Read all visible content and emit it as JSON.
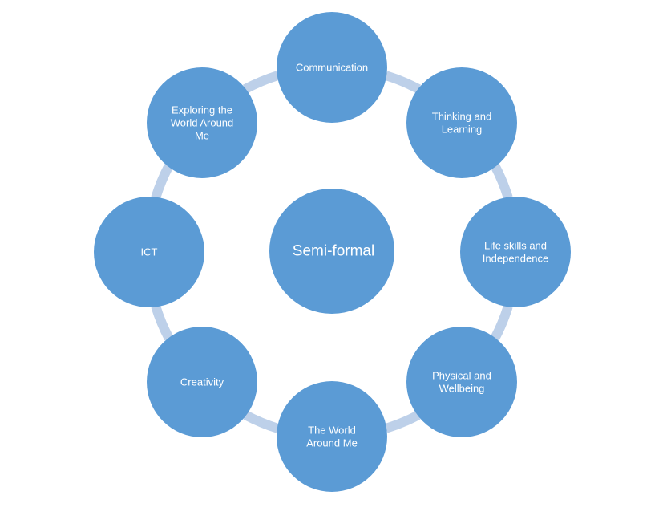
{
  "diagram": {
    "center": {
      "label": [
        "Semi-formal"
      ]
    },
    "nodes": [
      {
        "id": "communication",
        "label": [
          "Communication"
        ]
      },
      {
        "id": "thinking-and-learning",
        "label": [
          "Thinking and",
          "Learning"
        ]
      },
      {
        "id": "life-skills-and-independence",
        "label": [
          "Life skills and",
          "Independence"
        ]
      },
      {
        "id": "physical-and-wellbeing",
        "label": [
          "Physical and",
          "Wellbeing"
        ]
      },
      {
        "id": "the-world-around-me",
        "label": [
          "The World",
          "Around Me"
        ]
      },
      {
        "id": "creativity",
        "label": [
          "Creativity"
        ]
      },
      {
        "id": "ict",
        "label": [
          "ICT"
        ]
      },
      {
        "id": "exploring-the-world-around-me",
        "label": [
          "Exploring the",
          "World Around",
          "Me"
        ]
      }
    ],
    "colors": {
      "node_fill": "#5b9bd5",
      "connector": "#bdd0e9",
      "text": "#ffffff"
    }
  }
}
